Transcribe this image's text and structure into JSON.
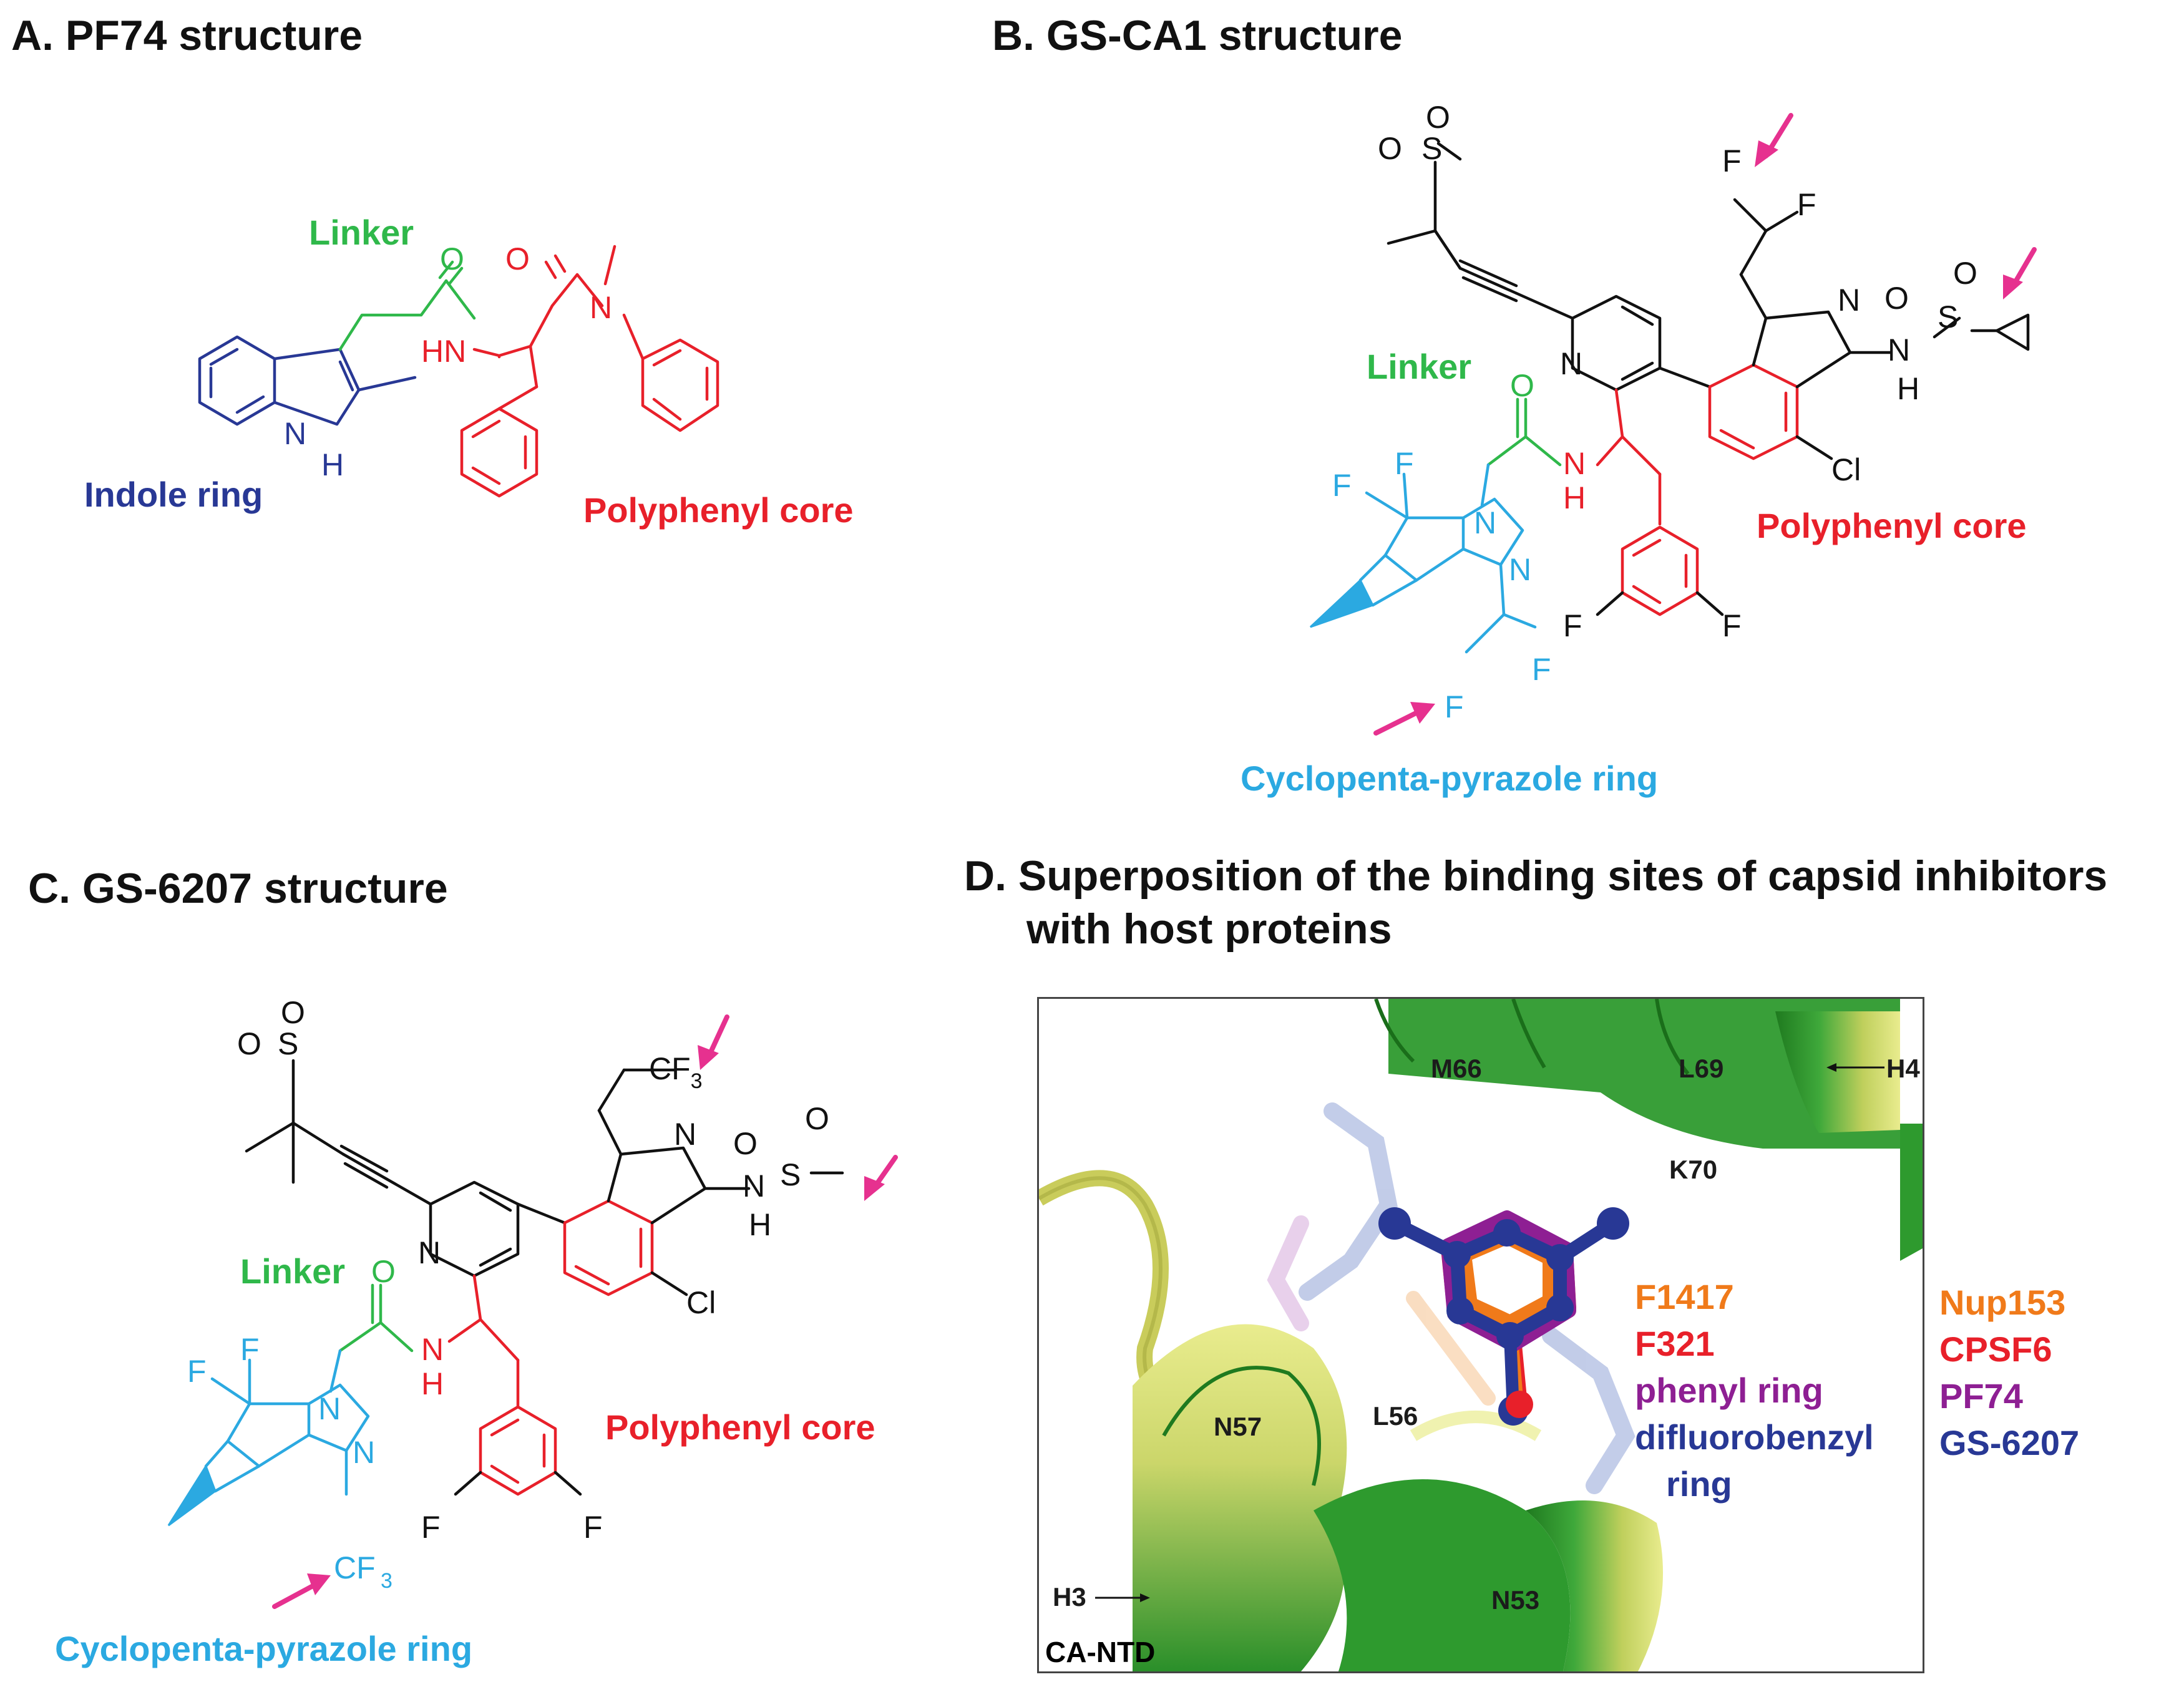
{
  "panels": {
    "a": {
      "title": "A. PF74 structure",
      "labels": {
        "linker": "Linker",
        "indole": "Indole ring",
        "polyphenyl": "Polyphenyl core"
      },
      "atoms": {
        "o1": "O",
        "o2": "O",
        "n_amide": "N",
        "hn": "HN",
        "indole_n": "N",
        "indole_h": "H"
      }
    },
    "b": {
      "title": "B. GS-CA1 structure",
      "labels": {
        "linker": "Linker",
        "polyphenyl": "Polyphenyl core",
        "cyclopenta": "Cyclopenta-pyrazole ring"
      },
      "atoms": {
        "s": "S",
        "o": "O",
        "n": "N",
        "n_eq": "N",
        "f": "F",
        "cl": "Cl",
        "h": "H",
        "nh_n": "N",
        "nh_h": "H"
      }
    },
    "c": {
      "title": "C. GS-6207 structure",
      "labels": {
        "linker": "Linker",
        "polyphenyl": "Polyphenyl core",
        "cyclopenta": "Cyclopenta-pyrazole ring"
      },
      "atoms": {
        "s": "S",
        "o": "O",
        "n": "N",
        "n_eq": "N",
        "f": "F",
        "cl": "Cl",
        "h": "H",
        "cf3": "CF",
        "cf3_sub": "3"
      }
    },
    "d": {
      "title_line1": "D. Superposition of the binding sites of capsid inhibitors",
      "title_line2": "with host proteins",
      "residues": {
        "m66": "M66",
        "l69": "L69",
        "h4": "H4",
        "k70": "K70",
        "n57": "N57",
        "l56": "L56",
        "n53": "N53",
        "h3": "H3"
      },
      "corner": "CA-NTD",
      "annotations": {
        "f1417": "F1417",
        "f321": "F321",
        "phenyl": "phenyl ring",
        "difluoro": "difluorobenzyl",
        "ring": "ring"
      },
      "legend": [
        {
          "label": "Nup153",
          "color": "#f07a1a"
        },
        {
          "label": "CPSF6",
          "color": "#e8202a"
        },
        {
          "label": "PF74",
          "color": "#8e1f93"
        },
        {
          "label": "GS-6207",
          "color": "#283895"
        }
      ]
    }
  },
  "colors": {
    "linker": "#2fb84a",
    "core": "#e8202a",
    "indole": "#283895",
    "pyrazole": "#2ba9e1",
    "arrow": "#e6318f"
  }
}
